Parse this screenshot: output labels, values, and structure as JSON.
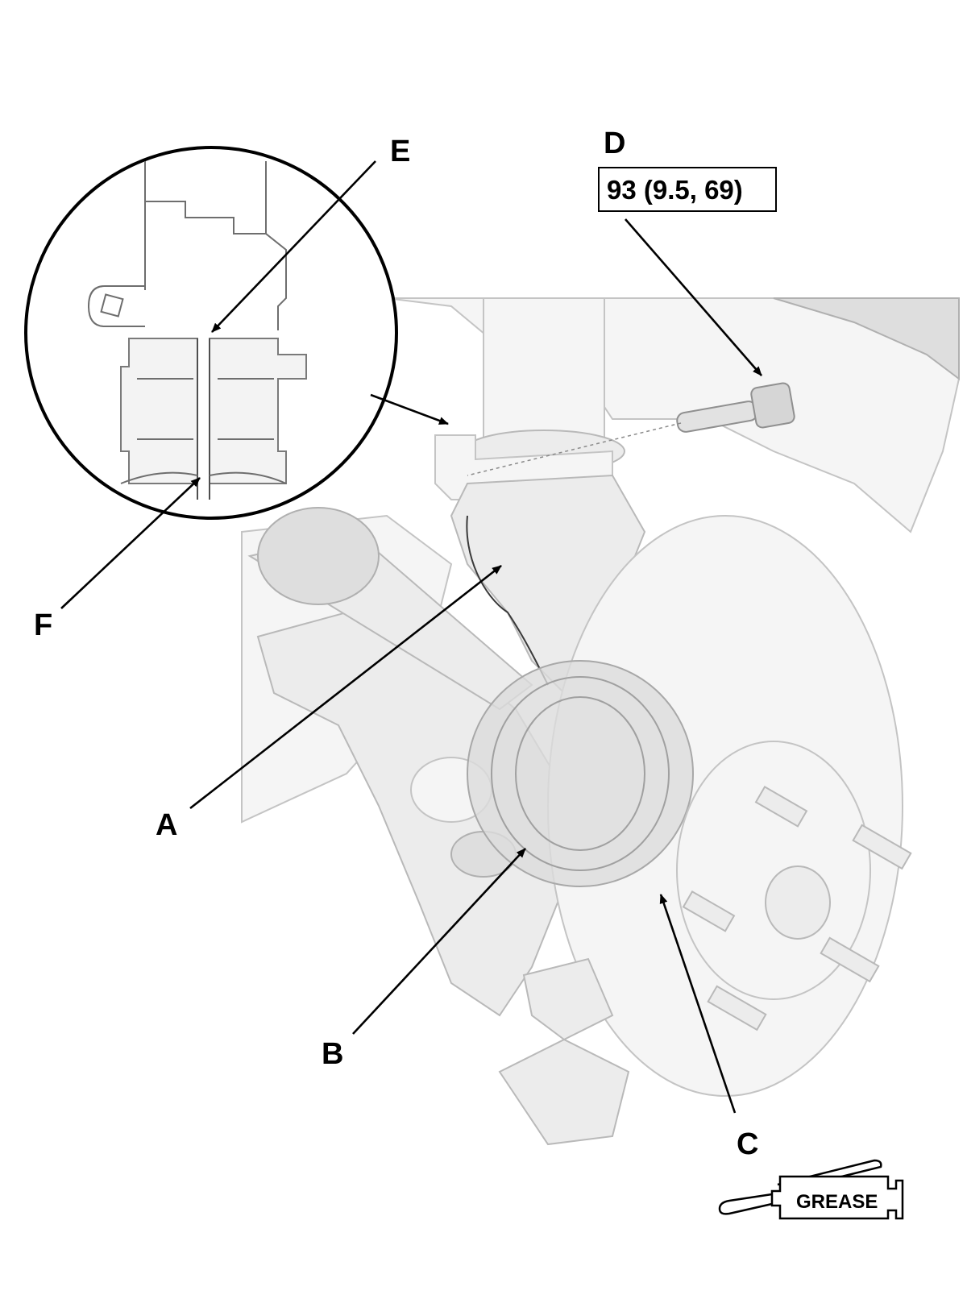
{
  "callouts": {
    "a": "A",
    "b": "B",
    "c": "C",
    "d": "D",
    "e": "E",
    "f": "F"
  },
  "torque_spec": "93 (9.5, 69)",
  "grease_label": "GREASE",
  "icons": {
    "grease": "grease-gun-icon"
  },
  "colors": {
    "line": "#000000",
    "ghost_fill": "#ececec",
    "ghost_stroke": "#b9b9b9"
  }
}
